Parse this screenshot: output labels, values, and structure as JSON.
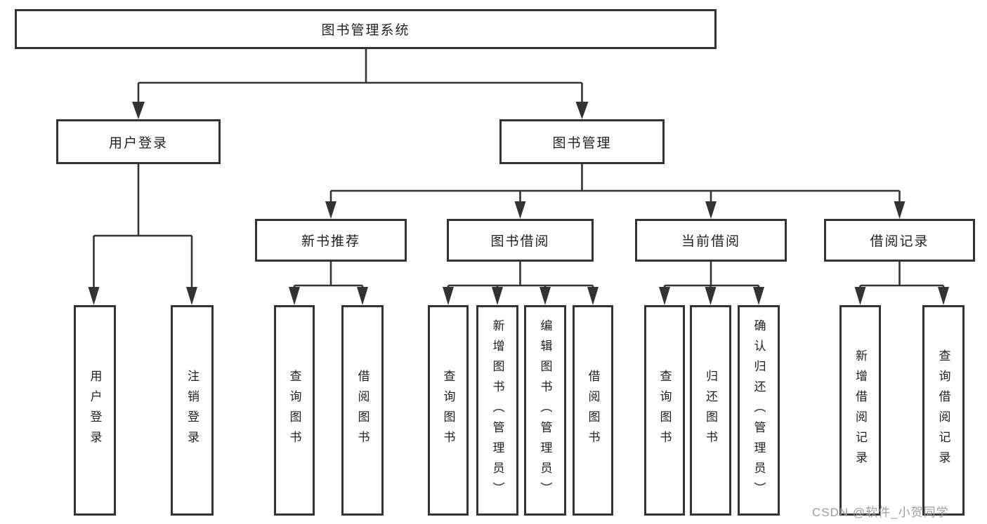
{
  "title": "图书管理系统",
  "watermark": "CSDN @软件_小贺同学",
  "colors": {
    "line": "#333333",
    "box_border": "#333333",
    "box_background": "#ffffff",
    "text": "#1f1f1f",
    "watermark": "#9c9c9c",
    "background": "#ffffff"
  },
  "nodes": {
    "root": {
      "label": "图书管理系统"
    },
    "user_login": {
      "label": "用户登录"
    },
    "book_mgmt": {
      "label": "图书管理"
    },
    "new_book_rec": {
      "label": "新书推荐"
    },
    "book_borrow": {
      "label": "图书借阅"
    },
    "current_borrow": {
      "label": "当前借阅"
    },
    "borrow_records": {
      "label": "借阅记录"
    },
    "leaf_user_login": {
      "label": "用户登录"
    },
    "leaf_logout": {
      "label": "注销登录"
    },
    "leaf_nb_query": {
      "label": "查询图书"
    },
    "leaf_nb_borrow": {
      "label": "借阅图书"
    },
    "leaf_bb_query": {
      "label": "查询图书"
    },
    "leaf_bb_add": {
      "label": "新增图书（管理员）"
    },
    "leaf_bb_edit": {
      "label": "编辑图书（管理员）"
    },
    "leaf_bb_borrow": {
      "label": "借阅图书"
    },
    "leaf_cb_query": {
      "label": "查询图书"
    },
    "leaf_cb_return": {
      "label": "归还图书"
    },
    "leaf_cb_confirm": {
      "label": "确认归还（管理员）"
    },
    "leaf_br_add": {
      "label": "新增借阅记录"
    },
    "leaf_br_query": {
      "label": "查询借阅记录"
    }
  },
  "tree": {
    "label": "图书管理系统",
    "children": [
      {
        "label": "用户登录",
        "children": [
          {
            "label": "用户登录"
          },
          {
            "label": "注销登录"
          }
        ]
      },
      {
        "label": "图书管理",
        "children": [
          {
            "label": "新书推荐",
            "children": [
              {
                "label": "查询图书"
              },
              {
                "label": "借阅图书"
              }
            ]
          },
          {
            "label": "图书借阅",
            "children": [
              {
                "label": "查询图书"
              },
              {
                "label": "新增图书（管理员）"
              },
              {
                "label": "编辑图书（管理员）"
              },
              {
                "label": "借阅图书"
              }
            ]
          },
          {
            "label": "当前借阅",
            "children": [
              {
                "label": "查询图书"
              },
              {
                "label": "归还图书"
              },
              {
                "label": "确认归还（管理员）"
              }
            ]
          },
          {
            "label": "借阅记录",
            "children": [
              {
                "label": "新增借阅记录"
              },
              {
                "label": "查询借阅记录"
              }
            ]
          }
        ]
      }
    ]
  }
}
